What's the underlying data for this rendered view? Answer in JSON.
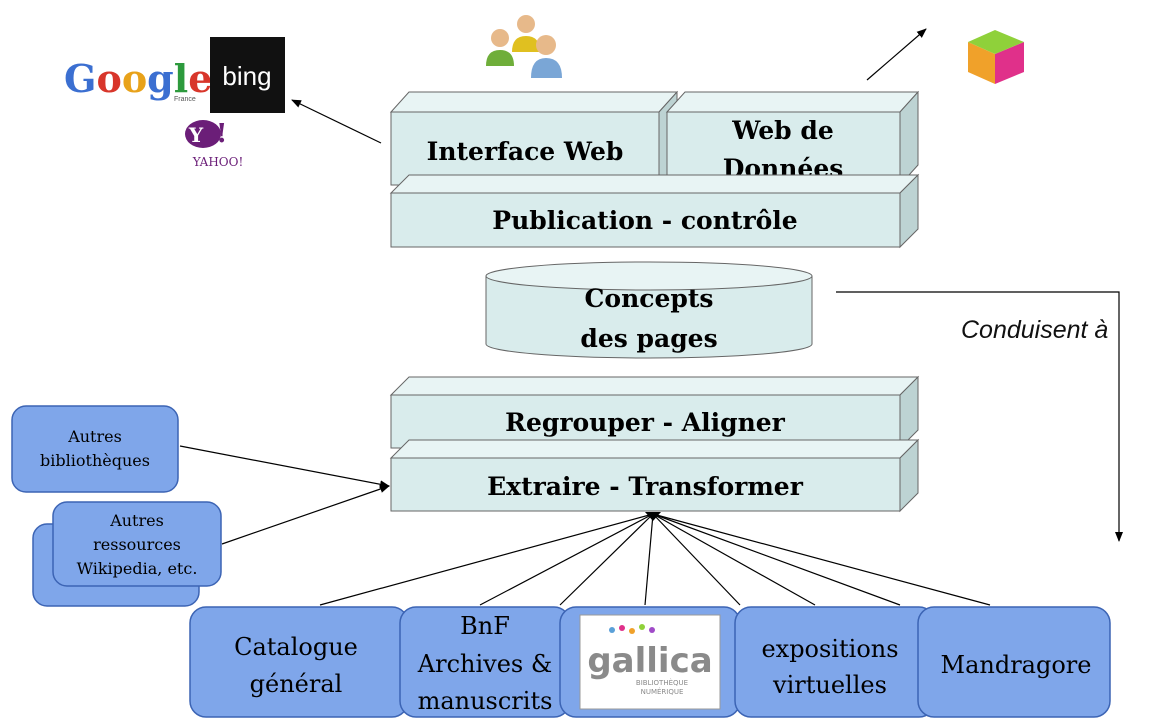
{
  "logos": {
    "google": "Google",
    "google_sub": "France",
    "bing": "bing",
    "yahoo": "YAHOO!",
    "yahoo_y": "Y!"
  },
  "layers": {
    "interface_web": "Interface Web",
    "web_donnees_line1": "Web de",
    "web_donnees_line2": "Données",
    "publication": "Publication - contrôle",
    "concepts_line1": "Concepts",
    "concepts_line2": "des pages",
    "regrouper": "Regrouper - Aligner",
    "extraire": "Extraire - Transformer"
  },
  "side_sources": {
    "autres_bib_line1": "Autres",
    "autres_bib_line2": "bibliothèques",
    "autres_res_line1": "Autres",
    "autres_res_line2": "ressources",
    "autres_res_line3": "Wikipedia, etc."
  },
  "bottom_sources": {
    "catalogue_line1": "Catalogue",
    "catalogue_line2": "général",
    "bnf_line1": "BnF",
    "bnf_line2": "Archives &",
    "bnf_line3": "manuscrits",
    "gallica": "gallica",
    "gallica_sub1": "BIBLIOTHÈQUE",
    "gallica_sub2": "NUMÉRIQUE",
    "expositions_line1": "expositions",
    "expositions_line2": "virtuelles",
    "mandragore": "Mandragore"
  },
  "annotation": "Conduisent à",
  "colors": {
    "box_fill": "#d9ecec",
    "box_side": "#bdd3d3",
    "box_top": "#e8f4f4",
    "source_blue": "#7fa6ea",
    "source_border": "#3c64b4",
    "google_blue": "#3b6fd1",
    "google_red": "#d8362b",
    "google_yellow": "#e8a21a",
    "google_green": "#2d9a3d",
    "yahoo_purple": "#6b1e78"
  },
  "icons": [
    "users-icon",
    "cube-icon",
    "google-logo-icon",
    "bing-logo-icon",
    "yahoo-logo-icon",
    "gallica-logo-icon"
  ]
}
